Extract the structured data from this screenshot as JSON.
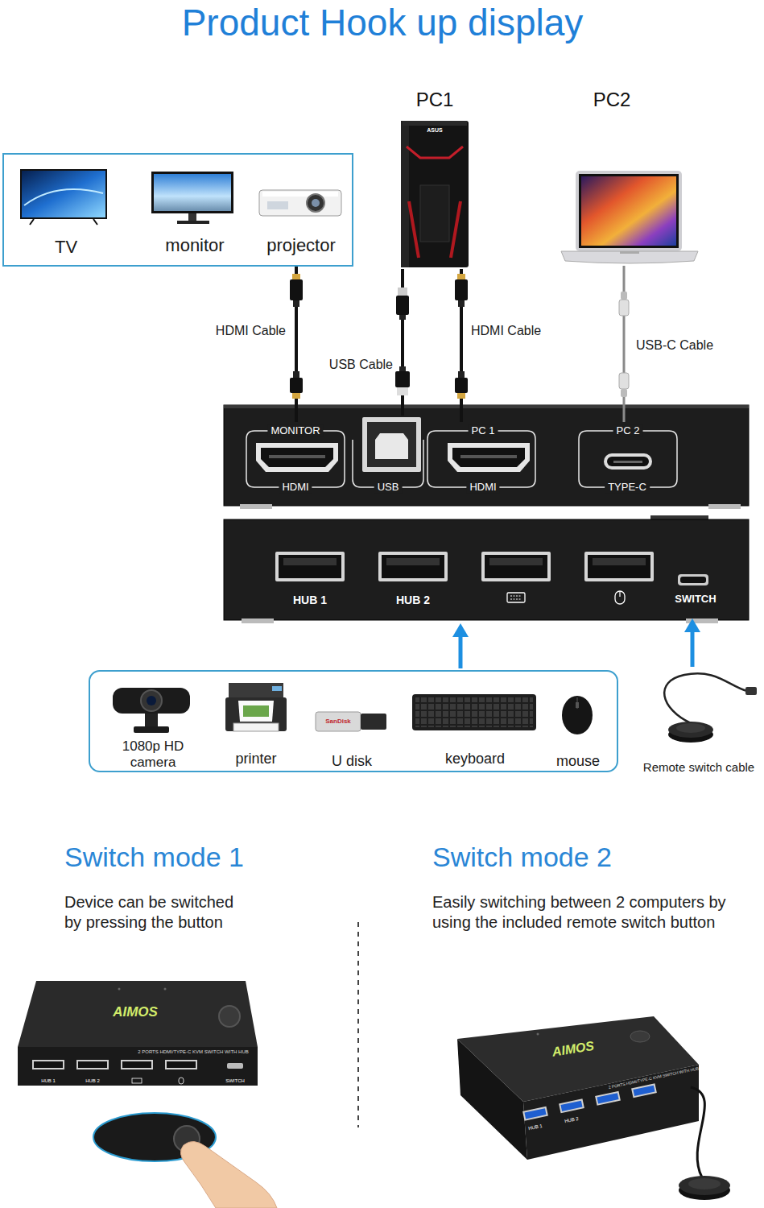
{
  "diagram": {
    "title": "Product Hook up display",
    "nodes": [
      {
        "text": [
          "PC1"
        ]
      },
      {
        "text": [
          "PC2"
        ]
      },
      {
        "text": [
          "TV",
          "monitor",
          "projector"
        ]
      },
      {
        "text": [
          "MONITOR",
          "HDMI"
        ]
      },
      {
        "text": [
          "USB"
        ]
      },
      {
        "text": [
          "PC 1",
          "HDMI"
        ]
      },
      {
        "text": [
          "PC 2",
          "TYPE-C"
        ]
      },
      {
        "text": [
          "HUB 1"
        ]
      },
      {
        "text": [
          "HUB 2"
        ]
      },
      {
        "text": [
          "SWITCH"
        ]
      },
      {
        "text": [
          "1080p HD camera",
          "printer",
          "U disk",
          "keyboard",
          "mouse"
        ]
      },
      {
        "text": [
          "Remote switch cable"
        ]
      }
    ],
    "edges": [
      {
        "from": 2,
        "to": 3,
        "label": "HDMI Cable",
        "arrow": "none"
      },
      {
        "from": 0,
        "to": 4,
        "label": "USB Cable",
        "arrow": "none"
      },
      {
        "from": 0,
        "to": 5,
        "label": "HDMI Cable",
        "arrow": "none"
      },
      {
        "from": 1,
        "to": 6,
        "label": "USB-C Cable",
        "arrow": "none"
      },
      {
        "from": 11,
        "to": 9,
        "arrow": "to"
      }
    ],
    "labels": [
      "ASUS",
      "SanDisk",
      "Switch mode 1",
      "Device can be switched by pressing the button",
      "Switch mode 2",
      "Easily switching between 2 computers by using the included remote switch button",
      "AIMOS",
      "2 PORTS HDMI/TYPE-C KVM SWITCH WITH HUB",
      "HUB 1",
      "HUB 2",
      "SWITCH",
      "AIMOS",
      "2 PORTS HDMI/TYPE-C KVM SWITCH WITH HUB",
      "HUB 1",
      "HUB 2"
    ]
  }
}
